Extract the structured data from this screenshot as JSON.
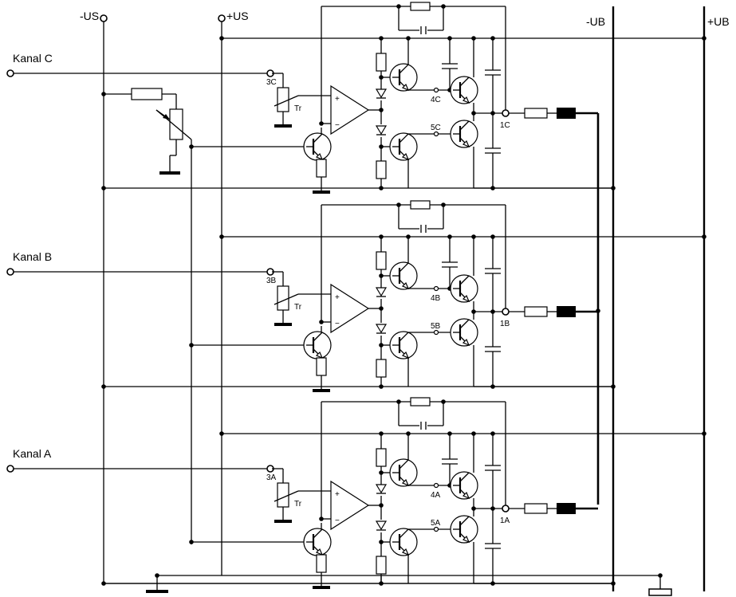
{
  "diagram": {
    "supply_labels": {
      "minus_us": "-US",
      "plus_us": "+US",
      "minus_ub": "-UB",
      "plus_ub": "+UB"
    },
    "channels": [
      {
        "name": "Kanal C",
        "input_pin": "3C",
        "trimmer_label": "Tr",
        "pin_upper": "4C",
        "pin_lower": "5C",
        "output_pin": "1C"
      },
      {
        "name": "Kanal B",
        "input_pin": "3B",
        "trimmer_label": "Tr",
        "pin_upper": "4B",
        "pin_lower": "5B",
        "output_pin": "1B"
      },
      {
        "name": "Kanal A",
        "input_pin": "3A",
        "trimmer_label": "Tr",
        "pin_upper": "4A",
        "pin_lower": "5A",
        "output_pin": "1A"
      }
    ],
    "opamp_plus": "+",
    "opamp_minus": "−"
  }
}
